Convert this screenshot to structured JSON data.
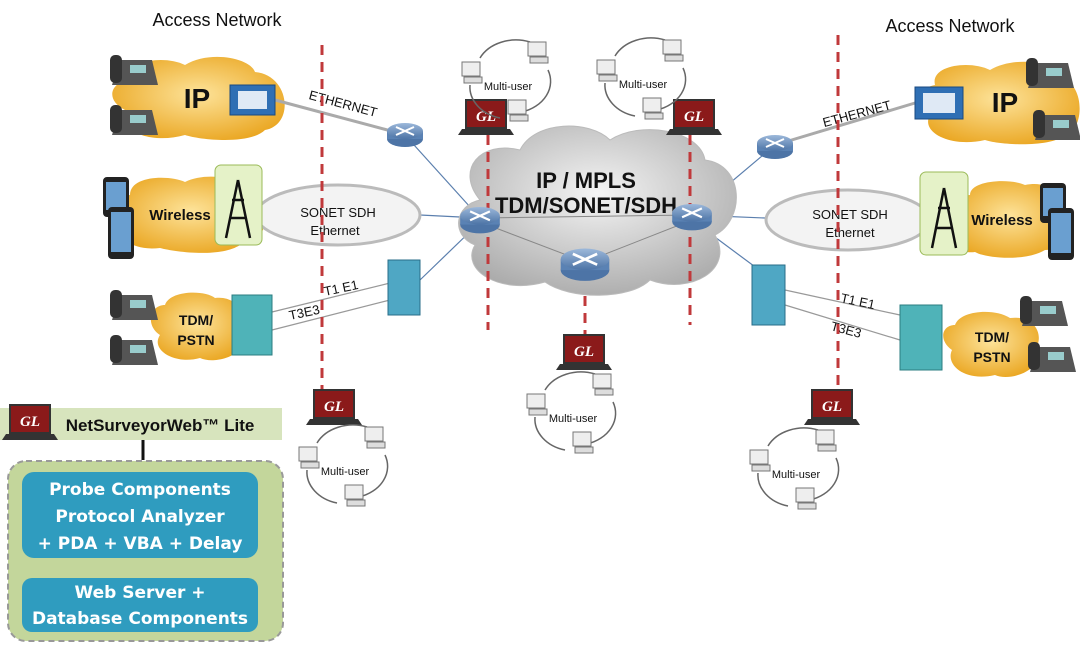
{
  "labels": {
    "access_network_left": "Access Network",
    "access_network_right": "Access Network",
    "core_line1": "IP / MPLS",
    "core_line2": "TDM/SONET/SDH",
    "ip": "IP",
    "wireless": "Wireless",
    "tdm_line1": "TDM/",
    "tdm_line2": "PSTN",
    "ethernet_link": "ETHERNET",
    "sonet_sdh": "SONET SDH",
    "ethernet": "Ethernet",
    "t1e1": "T1 E1",
    "t3e3": "T3E3",
    "multi_user": "Multi-user",
    "gl_logo": "GL"
  },
  "product": {
    "title": "NetSurveyorWeb™ Lite",
    "probe_lines": [
      "Probe Components",
      "Protocol Analyzer",
      "+ PDA + VBA + Delay"
    ],
    "server_lines": [
      "Web Server +",
      "Database Components"
    ]
  },
  "colors": {
    "cloud_access": "#f2b632",
    "cloud_core": "#c8c8c8",
    "probe_line": "#c0393b",
    "panel_green": "#c3d69b",
    "panel_blue": "#2f9cbf",
    "router": "#6c90bd"
  }
}
